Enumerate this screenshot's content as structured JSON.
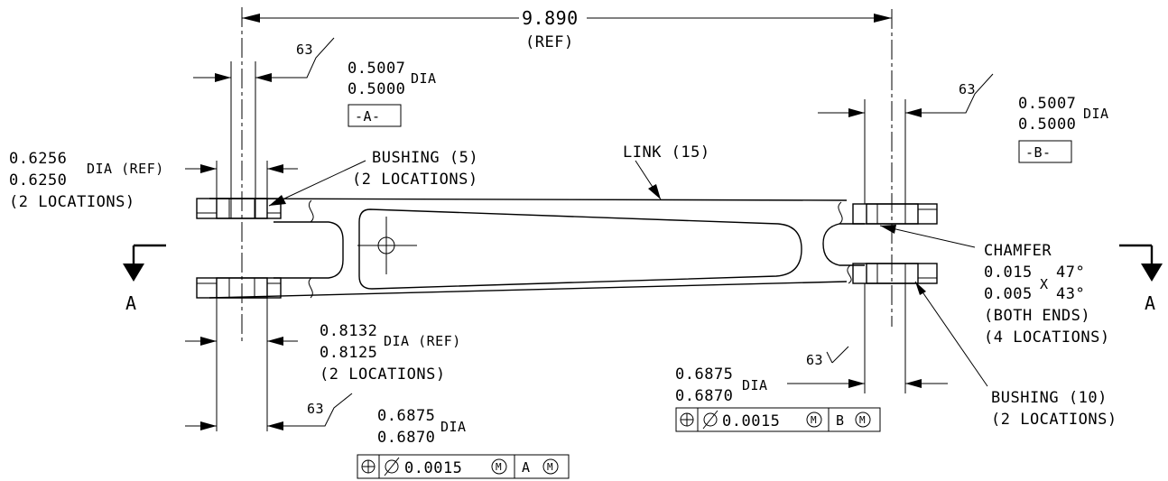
{
  "overall": {
    "value": "9.890",
    "note": "(REF)"
  },
  "finish": "63",
  "bore_a": {
    "upper": "0.5007",
    "lower": "0.5000",
    "unit": "DIA",
    "datum": "-A-"
  },
  "bore_b": {
    "upper": "0.5007",
    "lower": "0.5000",
    "unit": "DIA",
    "datum": "-B-"
  },
  "bushing_id": {
    "upper": "0.6256",
    "lower": "0.6250",
    "unit": "DIA (REF)",
    "note": "(2 LOCATIONS)"
  },
  "bushing_5": {
    "label": "BUSHING (5)",
    "note": "(2 LOCATIONS)"
  },
  "link": {
    "label": "LINK (15)"
  },
  "chamfer": {
    "label": "CHAMFER",
    "upper": "0.015",
    "lower": "0.005",
    "x": "X",
    "angle_upper": "47°",
    "angle_lower": "43°",
    "note1": "(BOTH ENDS)",
    "note2": "(4 LOCATIONS)"
  },
  "bushing_od": {
    "upper": "0.8132",
    "lower": "0.8125",
    "unit": "DIA (REF)",
    "note": "(2 LOCATIONS)"
  },
  "bore_left": {
    "upper": "0.6875",
    "lower": "0.6870",
    "unit": "DIA"
  },
  "bore_right": {
    "upper": "0.6875",
    "lower": "0.6870",
    "unit": "DIA"
  },
  "bushing_10": {
    "label": "BUSHING (10)",
    "note": "(2 LOCATIONS)"
  },
  "fcf_left": {
    "tol": "0.0015",
    "mod": "M",
    "datum": "A",
    "datum_mod": "M"
  },
  "fcf_right": {
    "tol": "0.0015",
    "mod": "M",
    "datum": "B",
    "datum_mod": "M"
  },
  "section": {
    "left": "A",
    "right": "A"
  }
}
